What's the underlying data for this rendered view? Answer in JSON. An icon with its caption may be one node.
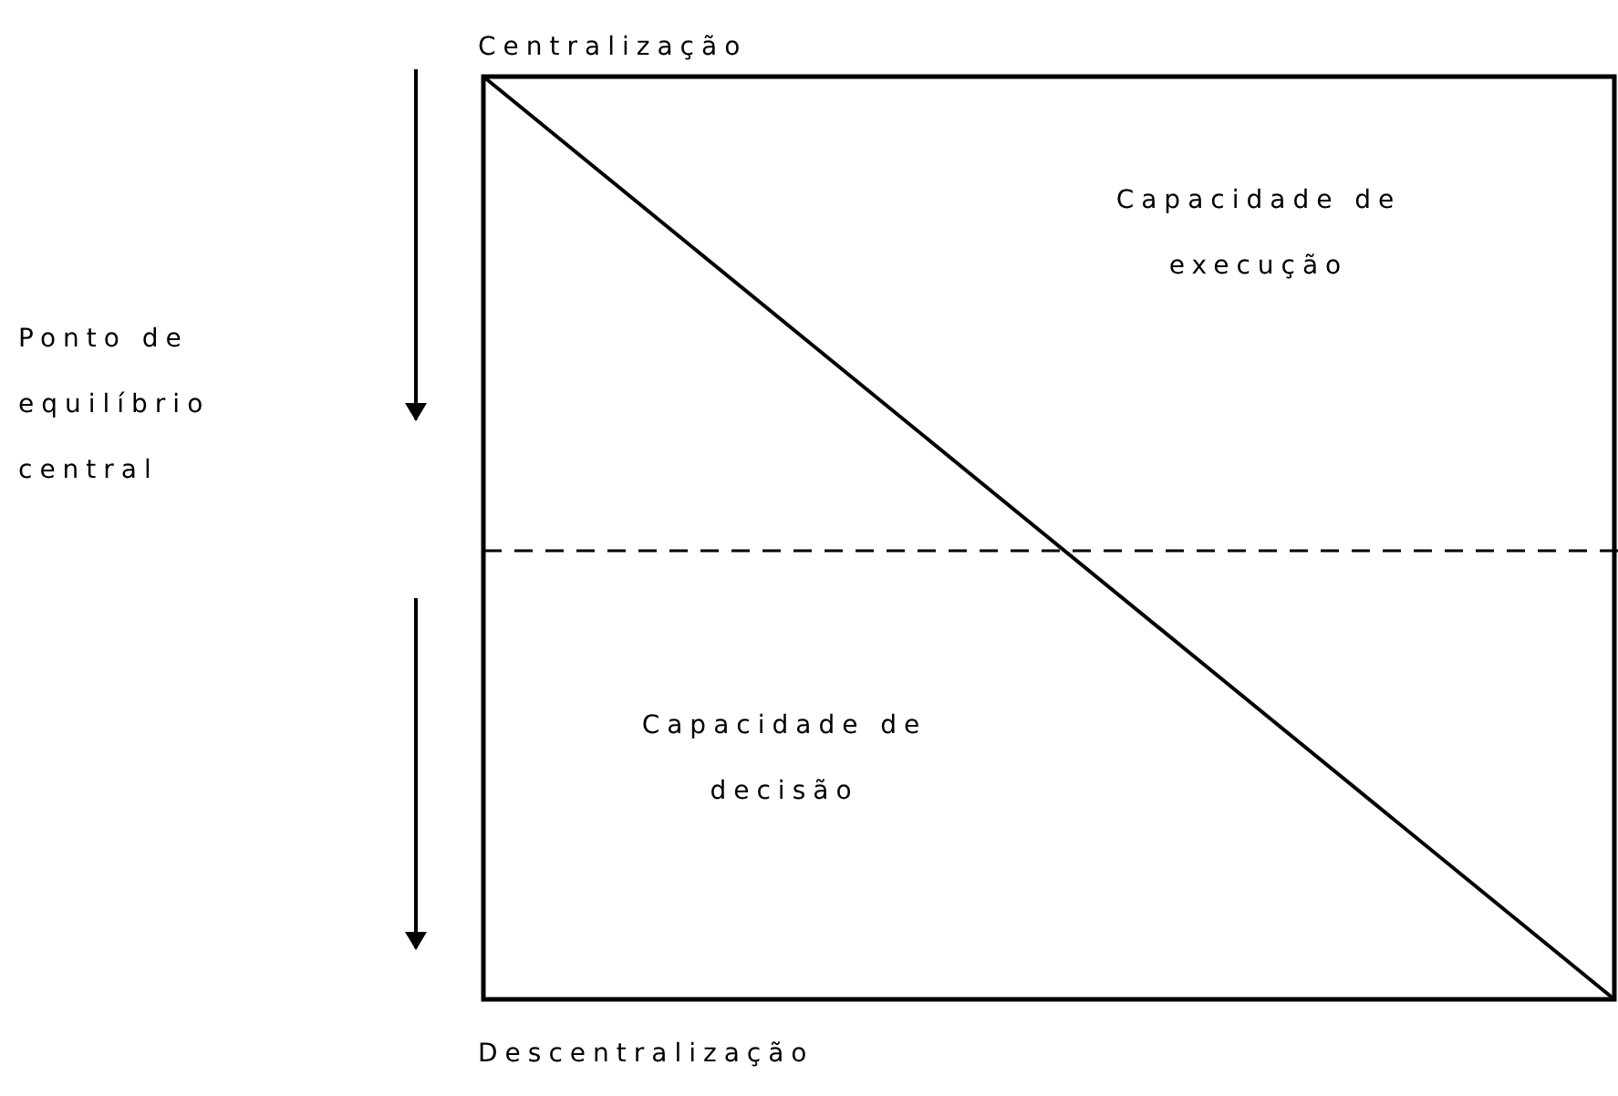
{
  "diagram": {
    "labels": [
      "Centralização",
      "Capacidade de execução",
      "Ponto de equilíbrio central",
      "Capacidade de decisão",
      "Descentralização"
    ]
  }
}
